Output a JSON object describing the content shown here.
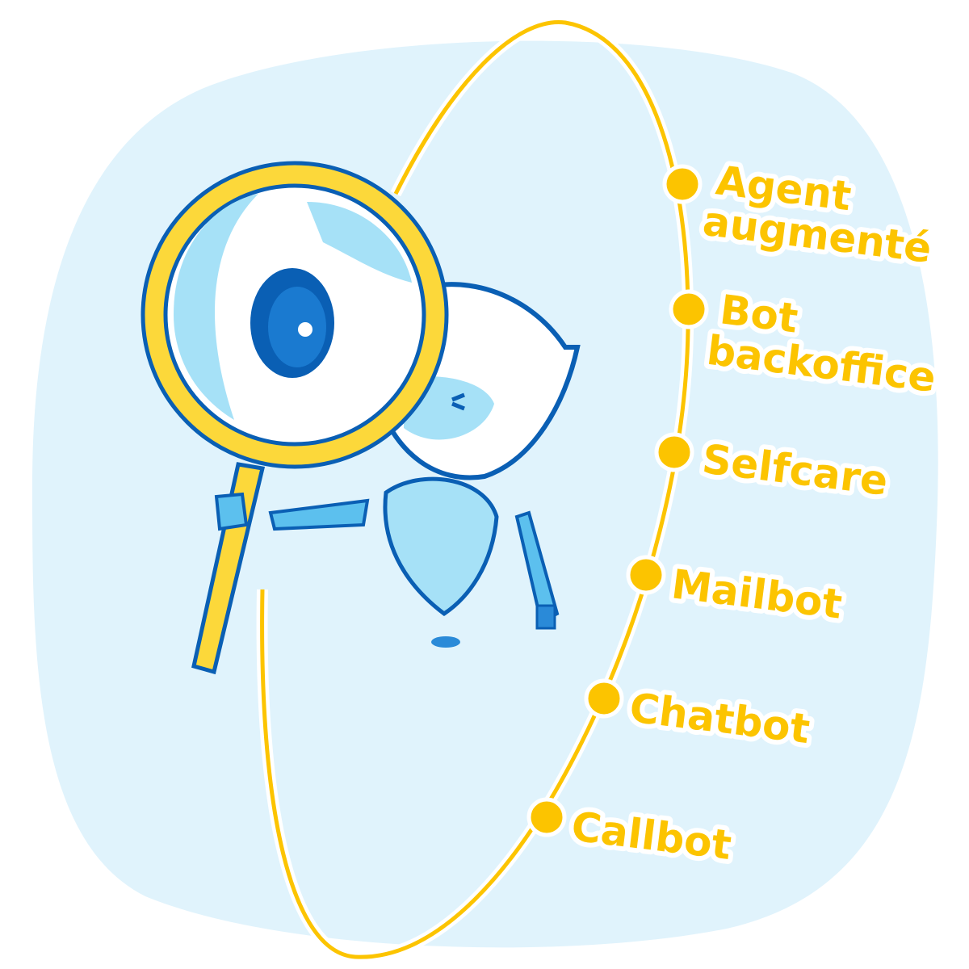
{
  "labels": [
    {
      "line1": "Agent",
      "line2": "augmenté"
    },
    {
      "line1": "Bot",
      "line2": "backoffice"
    },
    {
      "line1": "Selfcare"
    },
    {
      "line1": "Mailbot"
    },
    {
      "line1": "Chatbot"
    },
    {
      "line1": "Callbot"
    }
  ],
  "colors": {
    "background": "#e0f3fc",
    "accent": "#fcc400",
    "robot": "#0a5fb4",
    "robot_light": "#a6e1f7"
  },
  "icons": [
    "magnifying-glass-icon",
    "robot-mascot-icon"
  ]
}
